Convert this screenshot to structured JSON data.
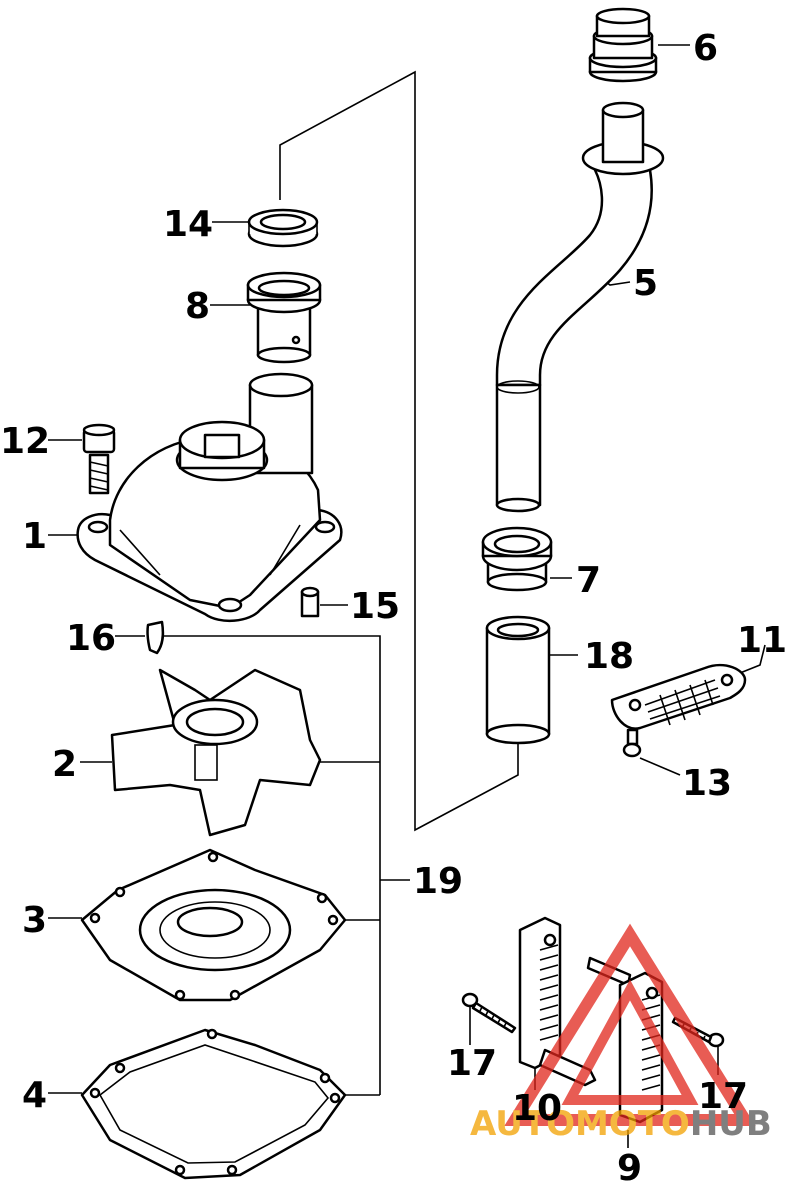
{
  "callouts": {
    "c1": "1",
    "c2": "2",
    "c3": "3",
    "c4": "4",
    "c5": "5",
    "c6": "6",
    "c7": "7",
    "c8": "8",
    "c9": "9",
    "c10": "10",
    "c11": "11",
    "c12": "12",
    "c13": "13",
    "c14": "14",
    "c15": "15",
    "c16": "16",
    "c17a": "17",
    "c17b": "17",
    "c18": "18",
    "c19": "19"
  },
  "watermark": {
    "part1": "AUTOMOTO",
    "part2": "HUB",
    "color_primary": "#e1261c",
    "color_secondary": "#f2a100",
    "color_dark": "#555555"
  }
}
